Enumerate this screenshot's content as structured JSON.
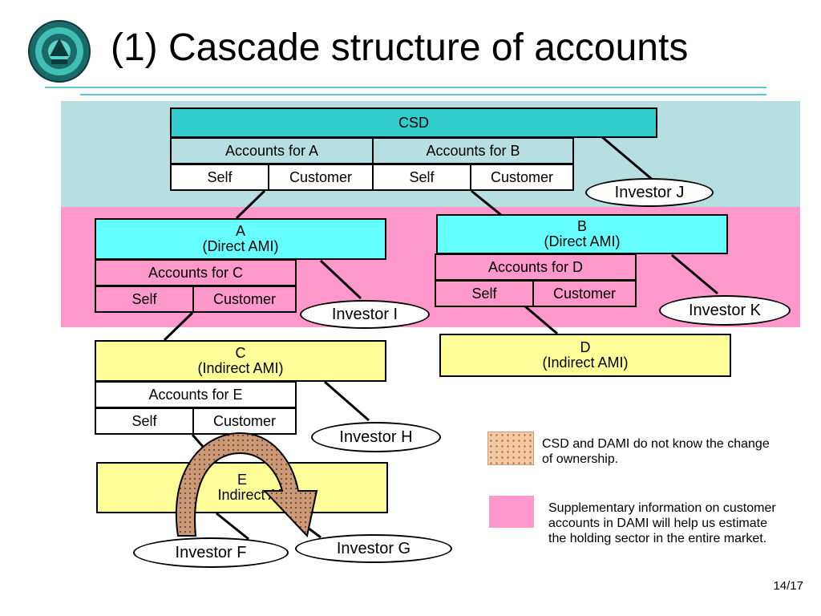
{
  "title": "(1) Cascade structure of accounts",
  "colors": {
    "csd_band": "#b7dfe1",
    "direct_band": "#ff99cc",
    "csd_box": "#33cccc",
    "direct_box": "#66ffff",
    "indirect_box": "#ffff99",
    "account_row": "#ff99cc",
    "csd_account_row": "#b7dfe1",
    "arrow_fill": "#cc9977",
    "legend_dotted": "#f5c8a0"
  },
  "csd": {
    "label": "CSD",
    "accounts": [
      {
        "label": "Accounts for A",
        "self": "Self",
        "customer": "Customer"
      },
      {
        "label": "Accounts for B",
        "self": "Self",
        "customer": "Customer"
      }
    ]
  },
  "nodes": {
    "a": {
      "name": "A",
      "type": "(Direct AMI)",
      "accounts": "Accounts for C",
      "self": "Self",
      "customer": "Customer"
    },
    "b": {
      "name": "B",
      "type": "(Direct AMI)",
      "accounts": "Accounts for D",
      "self": "Self",
      "customer": "Customer"
    },
    "c": {
      "name": "C",
      "type": "(Indirect AMI)",
      "accounts": "Accounts for E",
      "self": "Self",
      "customer": "Customer"
    },
    "d": {
      "name": "D",
      "type": "(Indirect AMI)"
    },
    "e": {
      "name": "E",
      "type": "Indirect AMI)"
    }
  },
  "investors": {
    "j": "Investor J",
    "i": "Investor I",
    "k": "Investor K",
    "h": "Investor H",
    "f": "Investor F",
    "g": "Investor G"
  },
  "legend": {
    "dotted": "CSD and DAMI do not know the change of ownership.",
    "pink": "Supplementary information on customer accounts in DAMI will help us estimate the holding sector in the entire market."
  },
  "page_number": "14/17"
}
